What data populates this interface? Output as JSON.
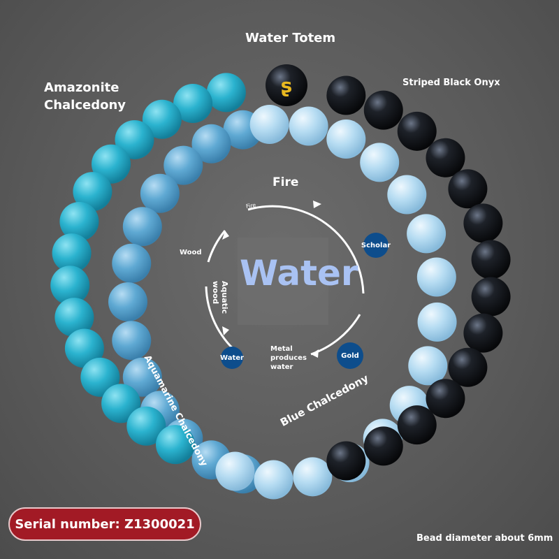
{
  "labels": {
    "water_totem": "Water Totem",
    "striped_black_onyx": "Striped Black Onyx",
    "amazonite_line1": "Amazonite",
    "amazonite_line2": "Chalcedony",
    "fire_title": "Fire",
    "aquamarine": "Aquamarine Chalcedony",
    "blue_chalcedony": "Blue Chalcedony",
    "bead_diameter": "Bead diameter about 6mm"
  },
  "diagram": {
    "center": "Water",
    "fire_small": "Fire",
    "wood": "Wood",
    "aquatic_wood": "Aquatic wood",
    "metal_produces_water": "Metal produces water",
    "scholar": "Scholar",
    "gold": "Gold",
    "water": "Water"
  },
  "serial": "Serial number: Z1300021",
  "colors": {
    "amazonite": "#2bb3cf",
    "aquamarine": "#5fa9d3",
    "blue_chalcedony": "#b6dcf2",
    "onyx": "#15171c",
    "serial_bg": "#a21a25",
    "element_dot": "#0d4d8c",
    "water_text": "#a9c2f3"
  }
}
